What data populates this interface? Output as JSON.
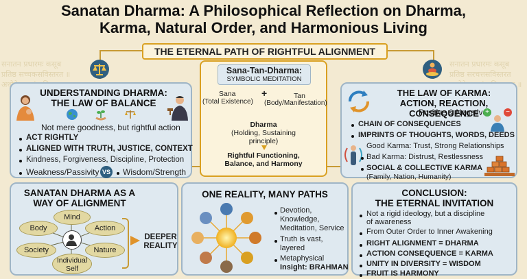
{
  "header": {
    "title_line1": "Sanatan Dharma: A Philosophical Reflection on Dharma,",
    "title_line2": "Karma, Natural Order, and Harmonious Living",
    "banner": "THE ETERNAL PATH OF RIGHTFUL ALIGNMENT"
  },
  "background_text": [
    "सनातन प्रधारमः कसूब",
    "प्रतिष्ठ सच्चकसविस्तरत ॥",
    "अधोकेः खातं धनिकरमत ॥",
    "सनातन प्रधारमः कसूब",
    "प्रतिष्ठ सरचत्तसविस्तरत",
    "अधोकेः खातं धनिकरमत ॥"
  ],
  "center": {
    "heading": "Sana-Tan-Dharma:",
    "subheading": "SYMBOLIC MEDITATION",
    "sana": "Sana",
    "sana_meaning": "(Total Existence)",
    "plus": "+",
    "tan": "Tan",
    "tan_meaning": "(Body/Manifestation)",
    "dharma": "Dharma",
    "dharma_meaning1": "(Holding, Sustaining",
    "dharma_meaning2": "principle)",
    "result1": "Rightful Functioning,",
    "result2": "Balance, and Harmony"
  },
  "dharma_panel": {
    "title1": "UNDERSTANDING DHARMA:",
    "title2": "THE LAW OF BALANCE",
    "intro": "Not mere goodness, but rightful action",
    "bullets": [
      "ACT RIGHTLY",
      "ALIGNED WITH TRUTH, JUSTICE, CONTEXT",
      "Kindness, Forgiveness, Discipline, Protection"
    ],
    "left": "Weakness/Passivity",
    "vs": "VS",
    "right": "Wisdom/Strength"
  },
  "karma_panel": {
    "title1": "THE LAW OF KARMA:",
    "title2": "ACTION, REACTION, CONSEQUENCE",
    "subtitle": "Positive & Negative",
    "bullets": [
      "CHAIN OF CONSEQUENCES",
      "IMPRINTS OF THOUGHTS, WORDS, DEEDS",
      "Good Karma: Trust, Strong Relationships",
      "Bad Karma: Distrust, Restlessness",
      "SOCIAL & COLLECTIVE KARMA"
    ],
    "note": "(Family, Nation, Humanity)"
  },
  "alignment_panel": {
    "title1": "SANATAN DHARMA AS A",
    "title2": "WAY OF ALIGNMENT",
    "nodes": [
      "Mind",
      "Body",
      "Action",
      "Society",
      "Nature",
      "Individual Self"
    ],
    "result": "DEEPER REALITY"
  },
  "reality_panel": {
    "title": "ONE REALITY, MANY PATHS",
    "bullet1": [
      "Devotion,",
      "Knowledge,",
      "Meditation, Service"
    ],
    "bullet2": [
      "Truth is vast,",
      "layered"
    ],
    "bullet3": [
      "Metaphysical",
      "Insight: BRAHMAN"
    ]
  },
  "conclusion_panel": {
    "title1": "CONCLUSION:",
    "title2": "THE ETERNAL INVITATION",
    "line1a": "Not a rigid ideology, but a discipline",
    "line1b": "of awareness",
    "line2": "From Outer Order to Inner Awakening",
    "equations": [
      "RIGHT ALIGNMENT = DHARMA",
      "ACTION CONSEQUENCE = KARMA",
      "UNITY IN DIVERSITY = WISDOM",
      "FRUIT IS HARMONY"
    ]
  },
  "colors": {
    "panel": "#dfe9f0",
    "panel_border": "#9fb5c6",
    "gold": "#d9a021",
    "background": "#f3ead2"
  }
}
